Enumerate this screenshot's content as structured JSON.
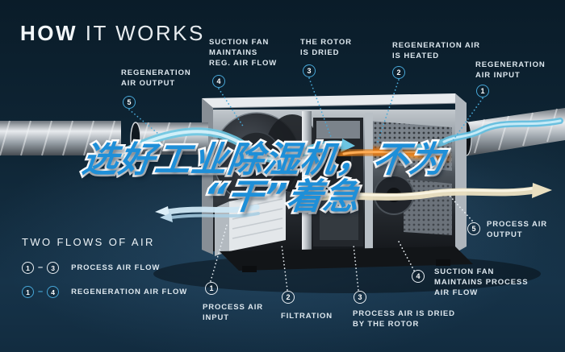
{
  "title": {
    "bold": "HOW",
    "light": " IT WORKS"
  },
  "headline": {
    "line1": "选好工业除湿机，不为",
    "line2": "“干”着急"
  },
  "colors": {
    "background": "#0d2232",
    "regeneration_accent": "#47a7d8",
    "process_accent": "#e9eff4",
    "headline_blue": "#1e8fd8",
    "heater_orange": "#e07a18",
    "flow_cyan": "#6cc6e2",
    "process_output_cream": "#e9dfc0"
  },
  "callouts": [
    {
      "id": "regeneration-air-output",
      "number": "5",
      "flow": "regeneration",
      "lines": [
        "REGENERATION",
        "AIR OUTPUT"
      ]
    },
    {
      "id": "suction-fan-reg",
      "number": "4",
      "flow": "regeneration",
      "lines": [
        "SUCTION FAN",
        "MAINTAINS",
        "REG. AIR FLOW"
      ]
    },
    {
      "id": "rotor-is-dried",
      "number": "3",
      "flow": "regeneration",
      "lines": [
        "THE ROTOR",
        "IS DRIED"
      ]
    },
    {
      "id": "regeneration-air-heated",
      "number": "2",
      "flow": "regeneration",
      "lines": [
        "REGENERATION AIR",
        "IS HEATED"
      ]
    },
    {
      "id": "regeneration-air-input",
      "number": "1",
      "flow": "regeneration",
      "lines": [
        "REGENERATION",
        "AIR INPUT"
      ]
    },
    {
      "id": "process-air-output",
      "number": "5",
      "flow": "process",
      "lines": [
        "PROCESS AIR",
        "OUTPUT"
      ]
    },
    {
      "id": "suction-fan-process",
      "number": "4",
      "flow": "process",
      "lines": [
        "SUCTION FAN",
        "MAINTAINS PROCESS",
        "AIR FLOW"
      ]
    },
    {
      "id": "process-air-dried",
      "number": "3",
      "flow": "process",
      "lines": [
        "PROCESS AIR IS DRIED",
        "BY THE ROTOR"
      ]
    },
    {
      "id": "filtration",
      "number": "2",
      "flow": "process",
      "lines": [
        "FILTRATION"
      ]
    },
    {
      "id": "process-air-input",
      "number": "1",
      "flow": "process",
      "lines": [
        "PROCESS AIR",
        "INPUT"
      ]
    }
  ],
  "legend": {
    "heading": "TWO FLOWS OF AIR",
    "rows": [
      {
        "from": "1",
        "to": "3",
        "label": "PROCESS AIR FLOW",
        "flow": "process"
      },
      {
        "from": "1",
        "to": "4",
        "label": "REGENERATION AIR FLOW",
        "flow": "regeneration"
      }
    ]
  }
}
